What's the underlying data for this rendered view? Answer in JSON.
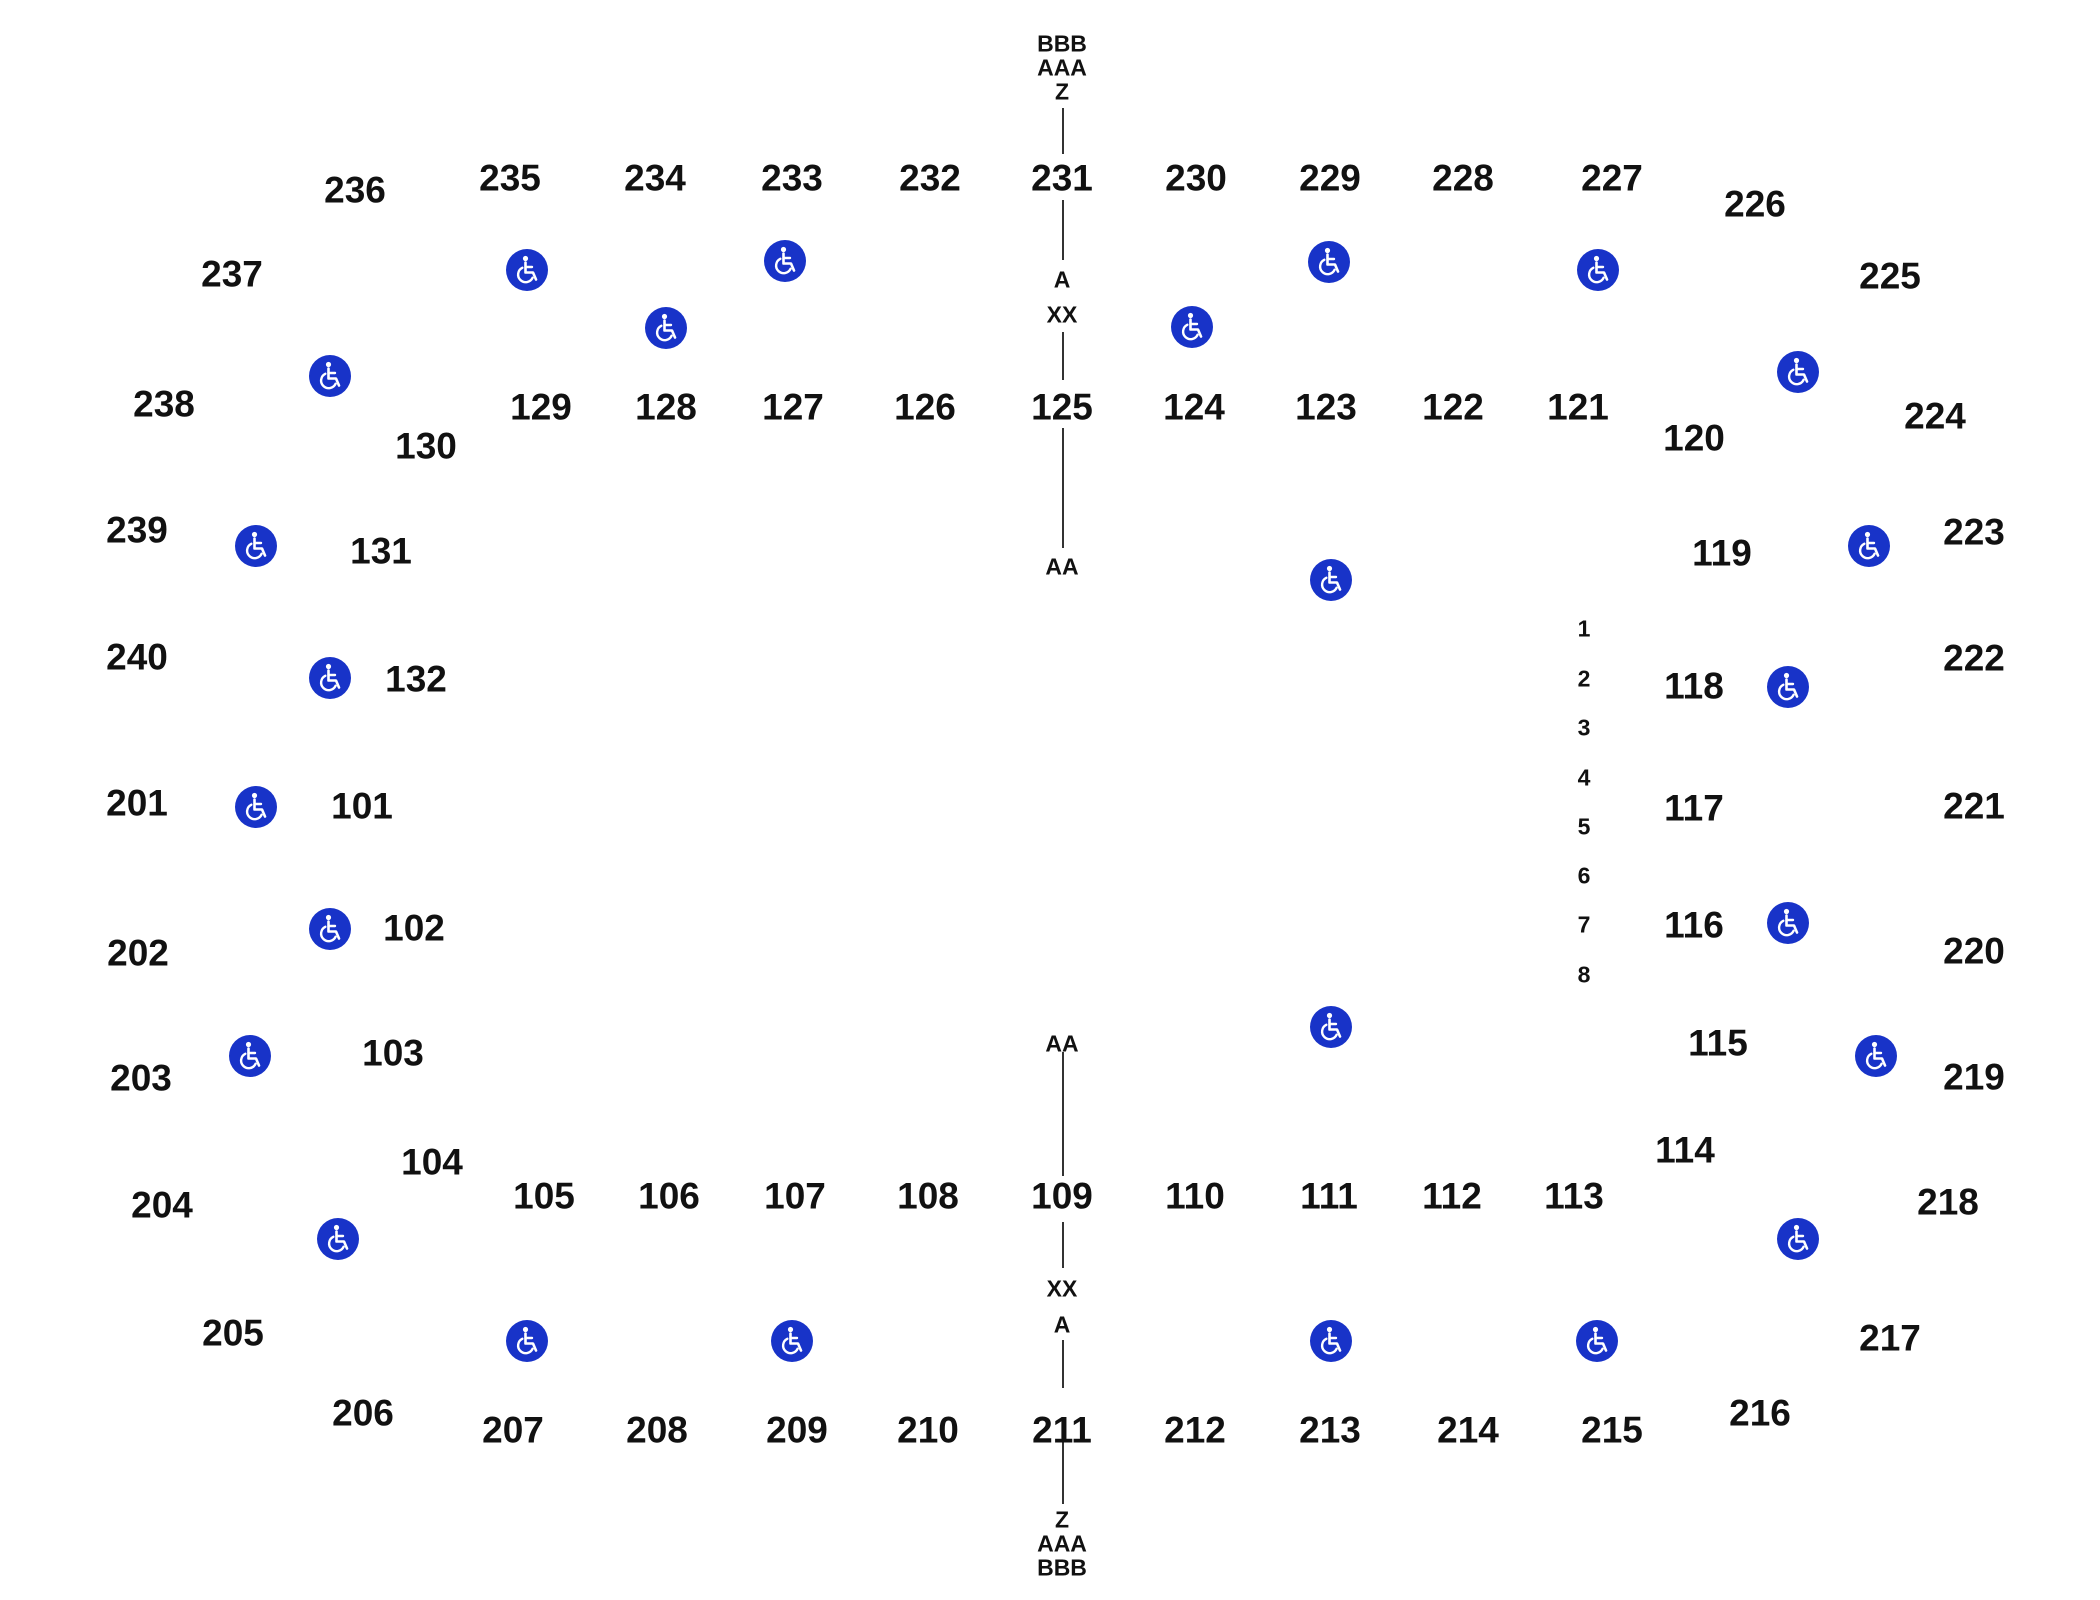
{
  "colors": {
    "accessible": "#1833C8",
    "text": "#111111"
  },
  "icon": "wheelchair-accessible-icon",
  "sections": {
    "upper_top": [
      "236",
      "235",
      "234",
      "233",
      "232",
      "231",
      "230",
      "229",
      "228",
      "227",
      "226"
    ],
    "upper_right": [
      "225",
      "224",
      "223",
      "222",
      "221",
      "220",
      "219",
      "218",
      "217"
    ],
    "upper_bottom": [
      "216",
      "215",
      "214",
      "213",
      "212",
      "211",
      "210",
      "209",
      "208",
      "207",
      "206"
    ],
    "upper_left": [
      "205",
      "204",
      "203",
      "202",
      "201",
      "240",
      "239",
      "238",
      "237"
    ],
    "lower_top": [
      "130",
      "129",
      "128",
      "127",
      "126",
      "125",
      "124",
      "123",
      "122",
      "121",
      "120"
    ],
    "lower_right": [
      "119",
      "118",
      "117",
      "116",
      "115",
      "114"
    ],
    "lower_bottom": [
      "113",
      "112",
      "111",
      "110",
      "109",
      "108",
      "107",
      "106",
      "105",
      "104"
    ],
    "lower_left": [
      "103",
      "102",
      "101",
      "132",
      "131"
    ]
  },
  "row_labels": {
    "top_outer": [
      "BBB",
      "AAA",
      "Z"
    ],
    "top_inner": [
      "A",
      "XX"
    ],
    "floor_top": "AA",
    "floor_bottom": "AA",
    "bottom_inner": [
      "XX",
      "A"
    ],
    "bottom_outer": [
      "Z",
      "AAA",
      "BBB"
    ],
    "side_rows": [
      "1",
      "2",
      "3",
      "4",
      "5",
      "6",
      "7",
      "8"
    ]
  }
}
